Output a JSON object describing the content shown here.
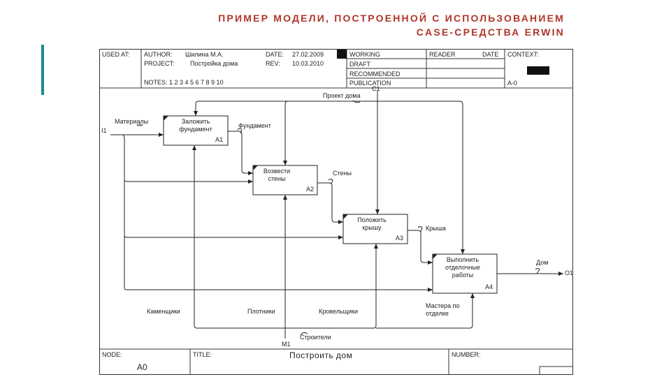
{
  "page": {
    "title_line1": "ПРИМЕР МОДЕЛИ, ПОСТРОЕННОЙ С ИСПОЛЬЗОВАНИЕМ",
    "title_line2": "CASE-СРЕДСТВА ERWIN",
    "accent_color": "#1a8a8a",
    "title_color": "#b0362a"
  },
  "header": {
    "used_at": "USED AT:",
    "author_label": "AUTHOR:",
    "author_value": "Шилина М.А.",
    "project_label": "PROJECT:",
    "project_value": "Постройка дома",
    "date_label": "DATE:",
    "date_value": "27.02.2009",
    "rev_label": "REV:",
    "rev_value": "10.03.2010",
    "notes": "NOTES:  1  2  3  4  5  6  7  8  9  10",
    "working": "WORKING",
    "draft": "DRAFT",
    "recommended": "RECOMMENDED",
    "publication": "PUBLICATION",
    "reader": "READER",
    "reader_date": "DATE",
    "context": "CONTEXT:",
    "context_node": "A-0"
  },
  "diagram": {
    "boxes": [
      {
        "label": "Заложить фундамент",
        "num": "A1"
      },
      {
        "label": "Возвести стены",
        "num": "A2"
      },
      {
        "label": "Положить крышу",
        "num": "A3"
      },
      {
        "label": "Выполнить отделочные работы",
        "num": "A4"
      }
    ],
    "arrows": {
      "materials": "Материалы",
      "foundation": "Фундамент",
      "walls": "Стены",
      "roof": "Крыша",
      "house": "Дом",
      "project": "Проект дома",
      "builders": "Строители",
      "masons": "Каменщики",
      "carpenters": "Плотники",
      "roofers": "Кровельщики",
      "finishers": "Мастера по отделке"
    },
    "tunnels": {
      "i1": "I1",
      "c1": "C1",
      "o1": "O1",
      "m1": "M1"
    }
  },
  "footer": {
    "node_label": "NODE:",
    "node_value": "A0",
    "title_label": "TITLE:",
    "title_value": "Построить дом",
    "number_label": "NUMBER:"
  }
}
